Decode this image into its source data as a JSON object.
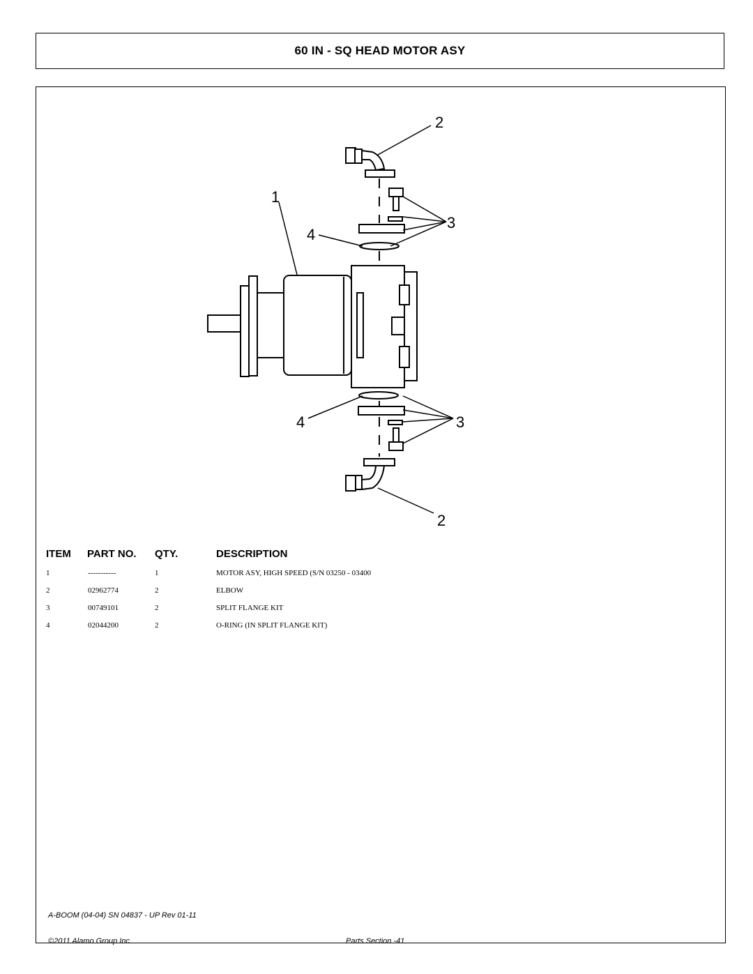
{
  "title": "60 IN - SQ HEAD MOTOR ASY",
  "diagram": {
    "callouts": [
      "1",
      "2",
      "2",
      "3",
      "3",
      "4",
      "4"
    ]
  },
  "parts_table": {
    "headers": {
      "item": "ITEM",
      "part_no": "PART NO.",
      "qty": "QTY.",
      "description": "DESCRIPTION"
    },
    "rows": [
      {
        "item": "1",
        "part_no": "-----------",
        "qty": "1",
        "description": "MOTOR ASY, HIGH SPEED (S/N 03250 - 03400"
      },
      {
        "item": "2",
        "part_no": "02962774",
        "qty": "2",
        "description": "ELBOW"
      },
      {
        "item": "3",
        "part_no": "00749101",
        "qty": "2",
        "description": "SPLIT FLANGE KIT"
      },
      {
        "item": "4",
        "part_no": "02044200",
        "qty": "2",
        "description": "O-RING (IN SPLIT FLANGE KIT)"
      }
    ]
  },
  "footer": {
    "revision": "A-BOOM (04-04) SN 04837 - UP Rev 01-11",
    "copyright": "©2011 Alamo Group Inc.",
    "page": "Parts Section -41"
  }
}
